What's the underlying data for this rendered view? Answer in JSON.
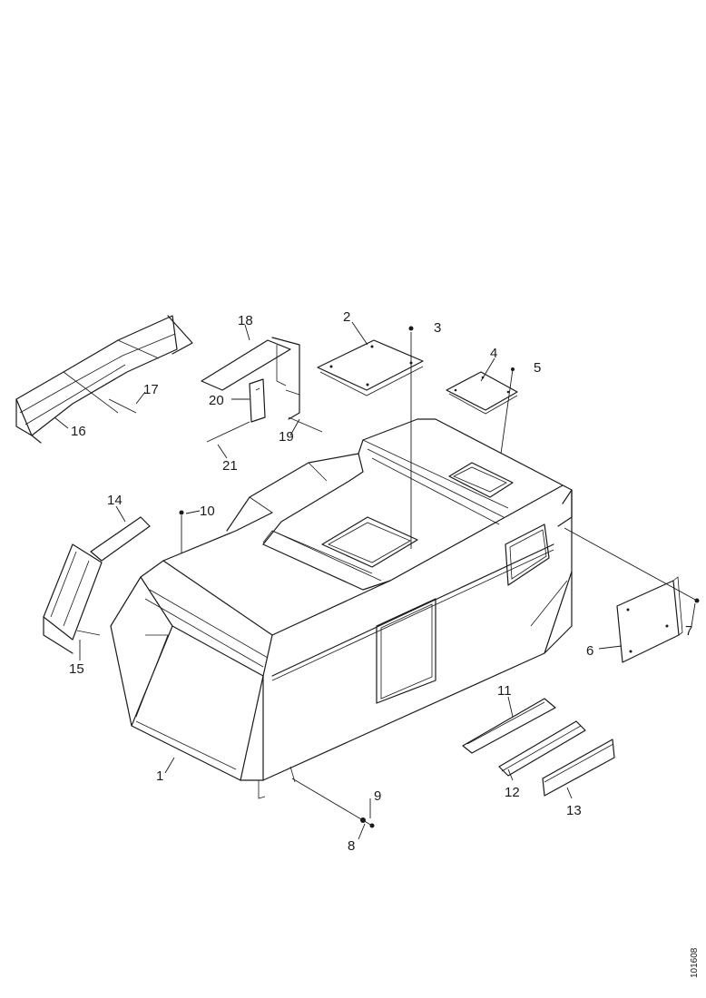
{
  "callouts": [
    {
      "id": "c1",
      "text": "1"
    },
    {
      "id": "c2",
      "text": "2"
    },
    {
      "id": "c3",
      "text": "3"
    },
    {
      "id": "c4",
      "text": "4"
    },
    {
      "id": "c5",
      "text": "5"
    },
    {
      "id": "c6",
      "text": "6"
    },
    {
      "id": "c7",
      "text": "7"
    },
    {
      "id": "c8",
      "text": "8"
    },
    {
      "id": "c9",
      "text": "9"
    },
    {
      "id": "c10",
      "text": "10"
    },
    {
      "id": "c11",
      "text": "11"
    },
    {
      "id": "c12",
      "text": "12"
    },
    {
      "id": "c13",
      "text": "13"
    },
    {
      "id": "c14",
      "text": "14"
    },
    {
      "id": "c15",
      "text": "15"
    },
    {
      "id": "c16",
      "text": "16"
    },
    {
      "id": "c17",
      "text": "17"
    },
    {
      "id": "c18",
      "text": "18"
    },
    {
      "id": "c19",
      "text": "19"
    },
    {
      "id": "c20",
      "text": "20"
    },
    {
      "id": "c21",
      "text": "21"
    }
  ],
  "figure_ref": "101608"
}
